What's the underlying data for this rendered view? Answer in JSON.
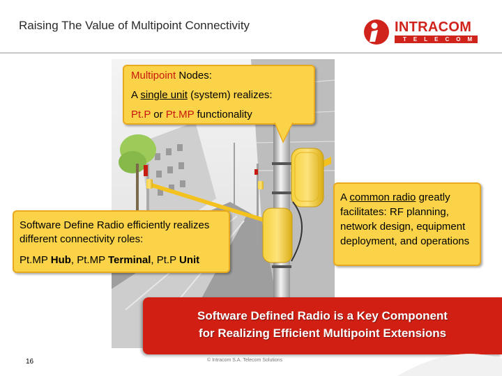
{
  "header": {
    "title": "Raising The Value of Multipoint Connectivity"
  },
  "logo": {
    "name": "INTRACOM",
    "sub": "TELECOM",
    "color": "#d0231c"
  },
  "callouts": {
    "nodes": {
      "heading_red": "Multipoint",
      "heading_rest": " Nodes:",
      "line2_pre": "A ",
      "line2_underlined": "single unit",
      "line2_post": " (system) realizes:",
      "line3_red1": "Pt.P",
      "line3_mid": " or ",
      "line3_red2": "Pt.MP",
      "line3_post": " functionality"
    },
    "sdr": {
      "line1": "Software Define Radio efficiently realizes different connectivity roles:",
      "role1_pre": "Pt.MP ",
      "role1_bold": "Hub",
      "sep1": ", Pt.MP ",
      "role2_bold": "Terminal",
      "sep2": ", Pt.P ",
      "role3_bold": "Unit"
    },
    "radio": {
      "pre": "A ",
      "underlined": "common radio",
      "post": " greatly facilitates: RF planning, network design, equipment deployment, and operations"
    }
  },
  "banner": {
    "line1": "Software Defined Radio is a Key Component",
    "line2": "for Realizing Efficient Multipoint Extensions",
    "color": "#d11f14"
  },
  "footer": {
    "page_number": "16",
    "copyright": "© Intracom S.A. Telecom Solutions"
  },
  "colors": {
    "callout_fill": "#fbd349",
    "callout_border": "#e9a91d",
    "accent_red": "#c8180f"
  }
}
